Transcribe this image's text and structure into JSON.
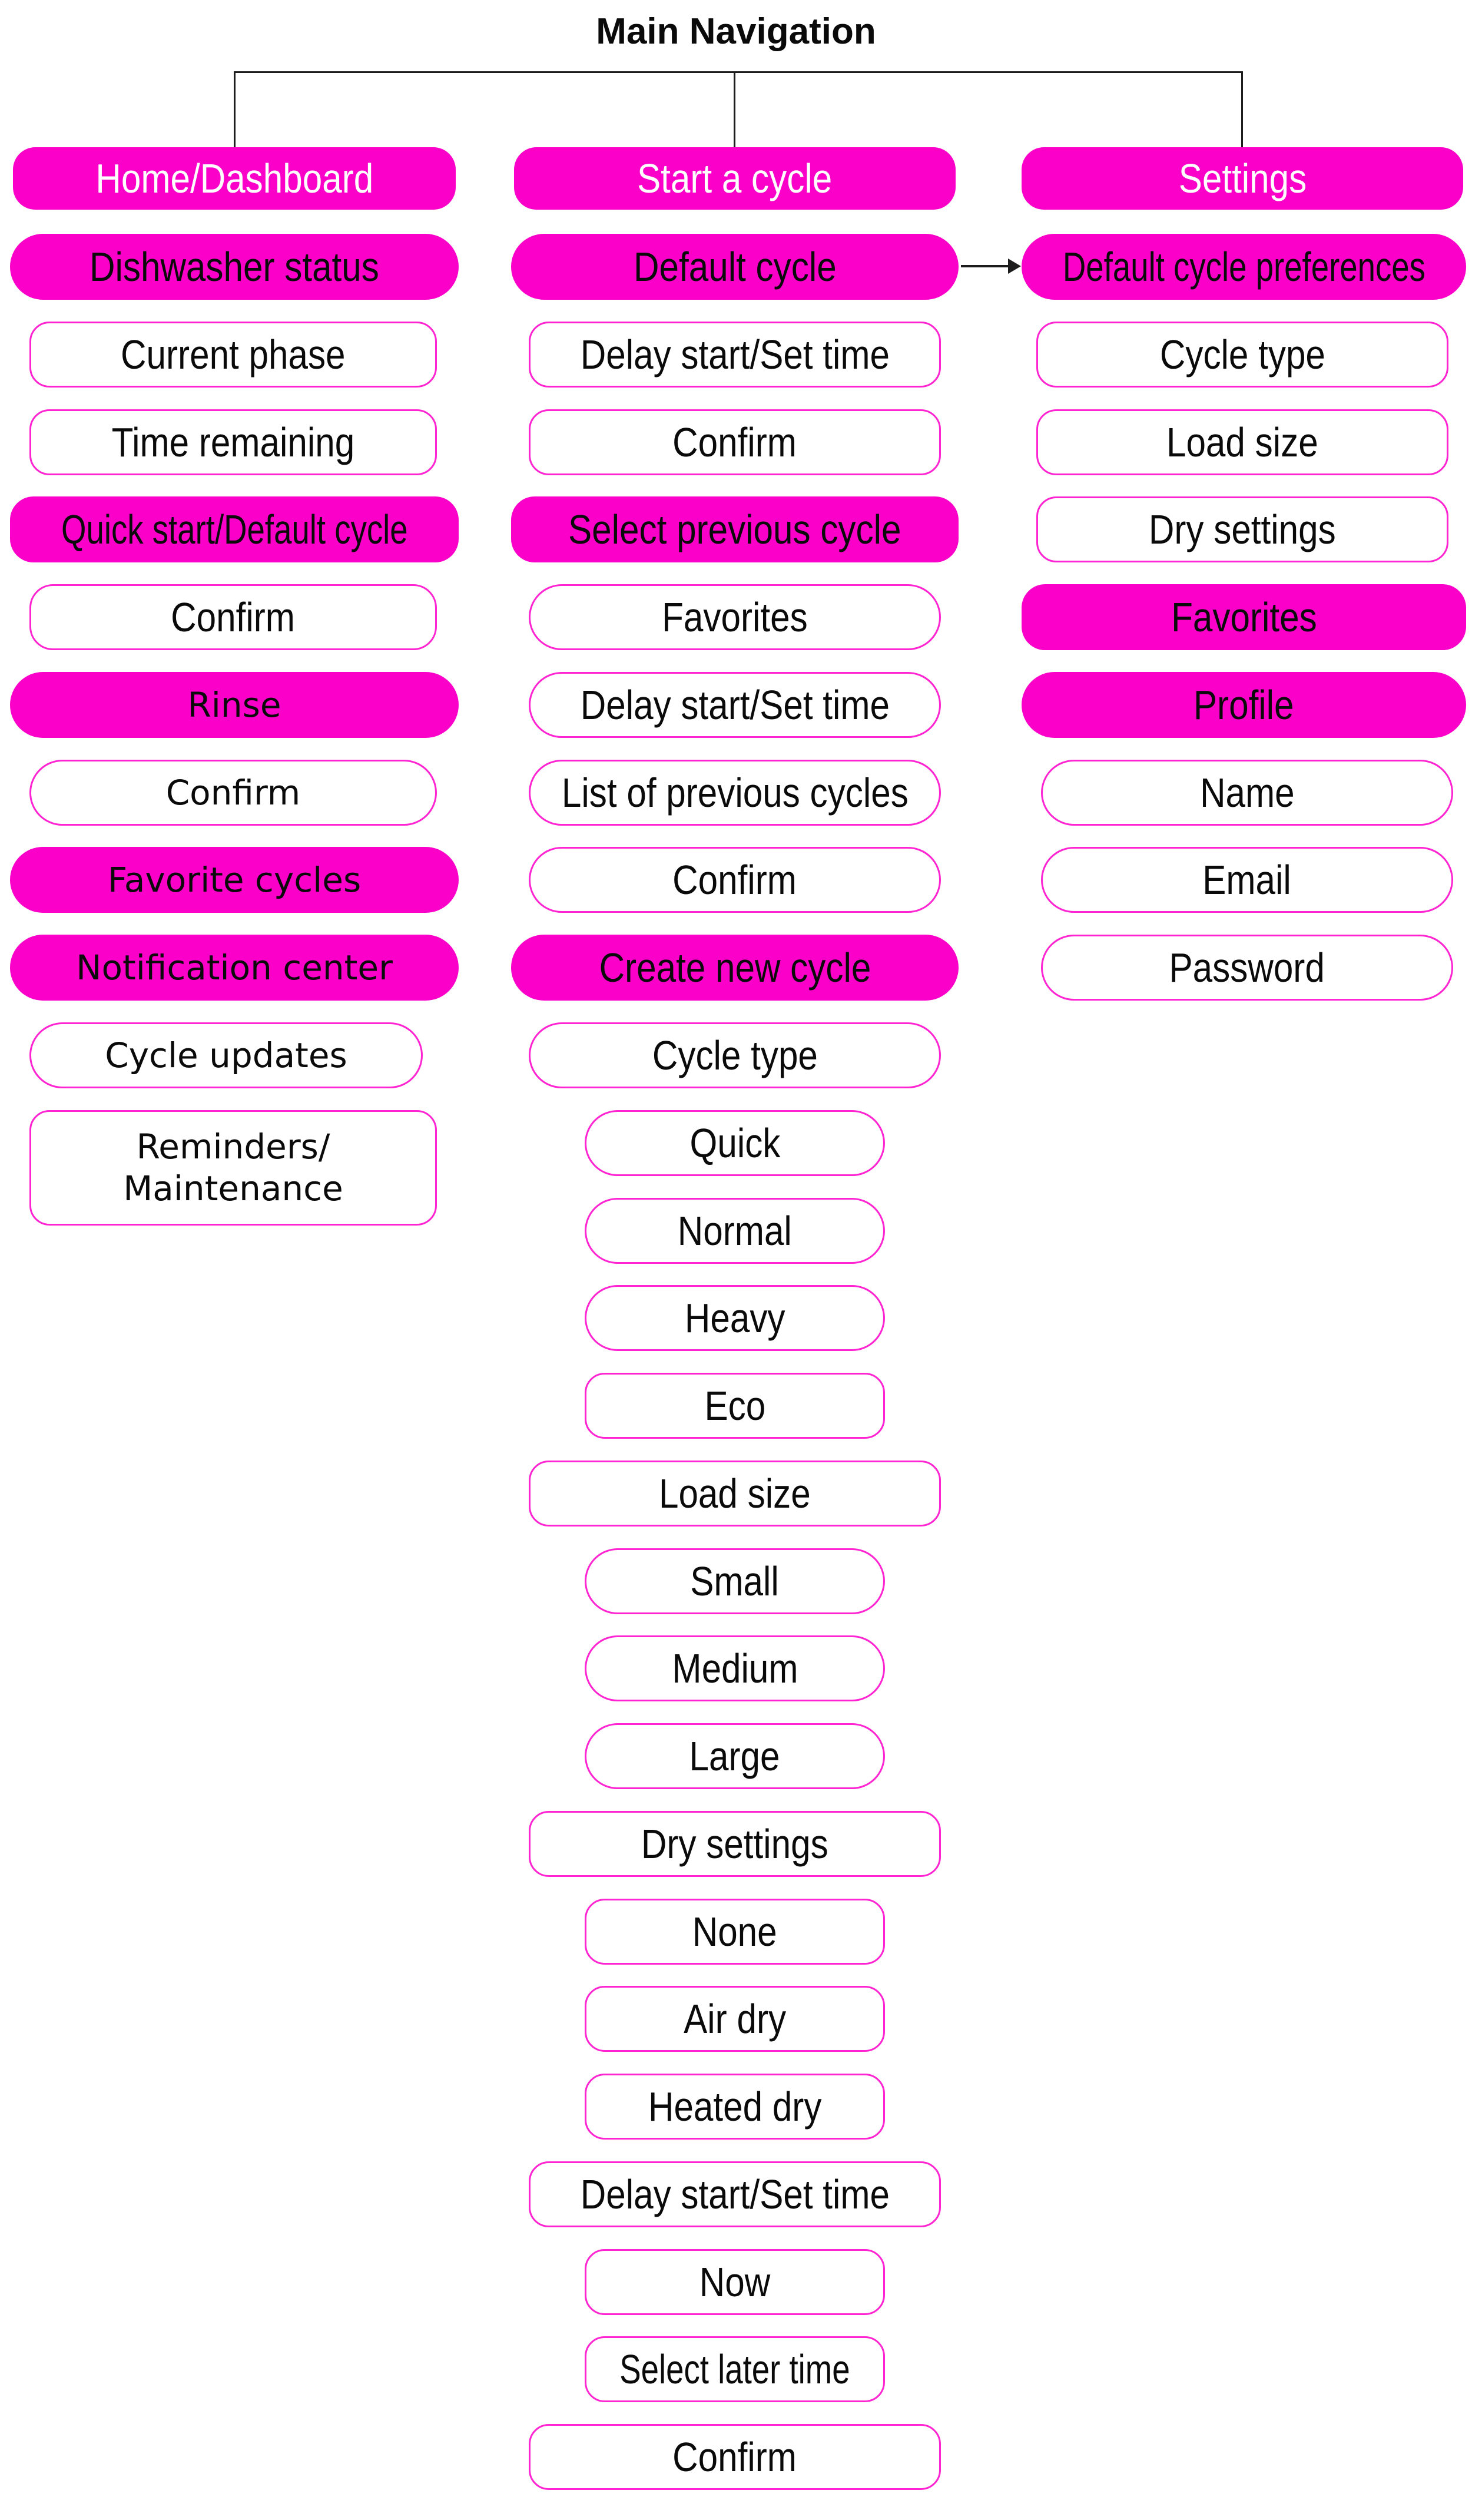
{
  "title": "Main Navigation",
  "colors": {
    "accent": "#fa00c8",
    "border": "#ff24d2",
    "line": "#1c1c1c",
    "text": "#0a0a0a",
    "header_text": "#ffffff",
    "background": "#ffffff"
  },
  "arrow": {
    "from": "Default cycle",
    "to": "Default cycle preferences"
  },
  "columns": [
    {
      "header": "Home/Dashboard",
      "nodes": [
        {
          "label": "Dishwasher status"
        },
        {
          "label": "Current phase"
        },
        {
          "label": "Time remaining"
        },
        {
          "label": "Quick start/Default cycle"
        },
        {
          "label": "Confirm"
        },
        {
          "label": "Rinse"
        },
        {
          "label": "Confirm"
        },
        {
          "label": "Favorite cycles"
        },
        {
          "label": "Notification center"
        },
        {
          "label": "Cycle updates"
        },
        {
          "label": "Reminders/",
          "label2": "Maintenance"
        }
      ]
    },
    {
      "header": "Start a cycle",
      "nodes": [
        {
          "label": "Default cycle"
        },
        {
          "label": "Delay start/Set time"
        },
        {
          "label": "Confirm"
        },
        {
          "label": "Select previous cycle"
        },
        {
          "label": "Favorites"
        },
        {
          "label": "Delay start/Set time"
        },
        {
          "label": "List of previous cycles"
        },
        {
          "label": "Confirm"
        },
        {
          "label": "Create new cycle"
        },
        {
          "label": "Cycle type"
        },
        {
          "label": "Quick"
        },
        {
          "label": "Normal"
        },
        {
          "label": "Heavy"
        },
        {
          "label": "Eco"
        },
        {
          "label": "Load size"
        },
        {
          "label": "Small"
        },
        {
          "label": "Medium"
        },
        {
          "label": "Large"
        },
        {
          "label": "Dry settings"
        },
        {
          "label": "None"
        },
        {
          "label": "Air dry"
        },
        {
          "label": "Heated dry"
        },
        {
          "label": "Delay start/Set time"
        },
        {
          "label": "Now"
        },
        {
          "label": "Select later time"
        },
        {
          "label": "Confirm"
        }
      ]
    },
    {
      "header": "Settings",
      "nodes": [
        {
          "label": "Default cycle preferences"
        },
        {
          "label": "Cycle type"
        },
        {
          "label": "Load size"
        },
        {
          "label": "Dry settings"
        },
        {
          "label": "Favorites"
        },
        {
          "label": "Profile"
        },
        {
          "label": "Name"
        },
        {
          "label": "Email"
        },
        {
          "label": "Password"
        }
      ]
    }
  ]
}
